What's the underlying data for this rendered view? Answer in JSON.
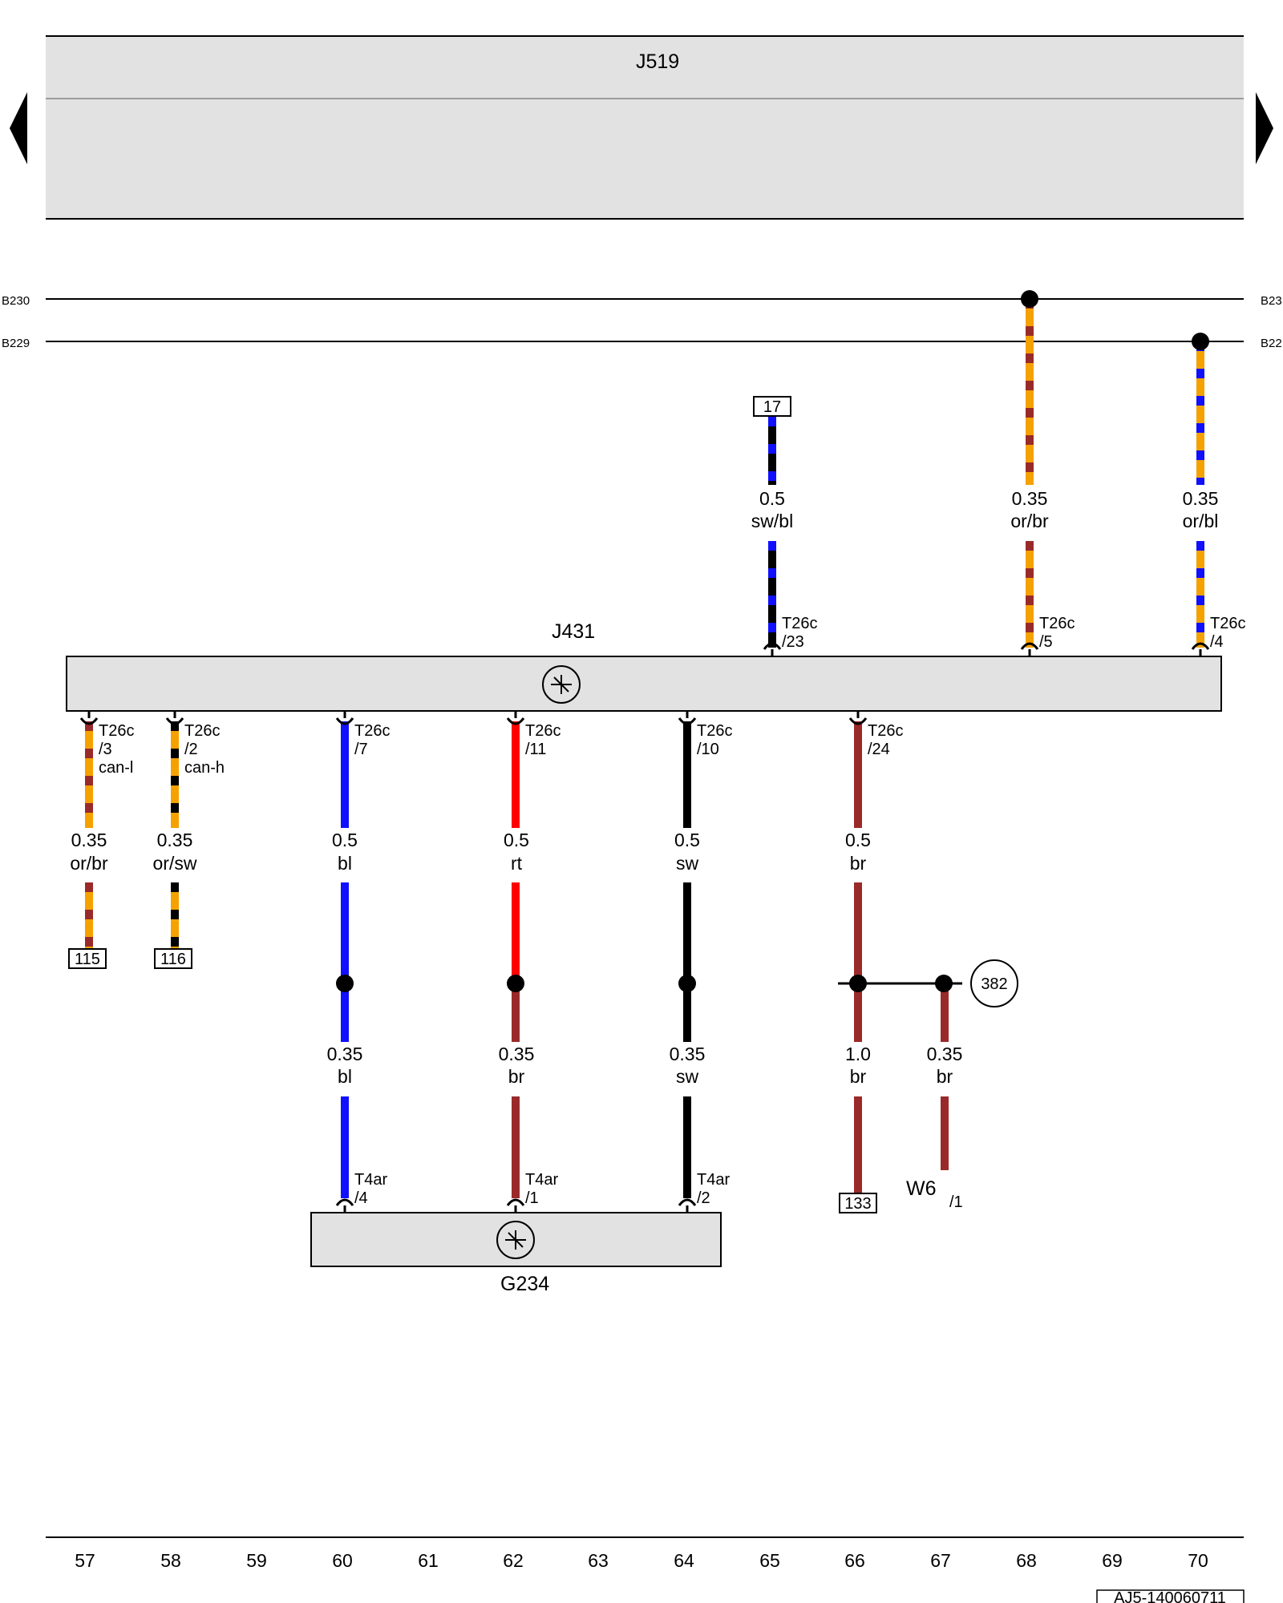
{
  "components": {
    "top": "J519",
    "middle": "J431",
    "bottom": "G234",
    "ground_point": "W6",
    "ground_pin": "/1"
  },
  "buses": [
    {
      "name": "B230",
      "right": "B23"
    },
    {
      "name": "B229",
      "right": "B22"
    }
  ],
  "top_refs": {
    "r65": "17"
  },
  "ground_ref": "382",
  "upper_wires": [
    {
      "id": "u65",
      "size": "0.5",
      "color": "sw/bl",
      "conn": "T26c",
      "pin": "/23"
    },
    {
      "id": "u68",
      "size": "0.35",
      "color": "or/br",
      "conn": "T26c",
      "pin": "/5"
    },
    {
      "id": "u70",
      "size": "0.35",
      "color": "or/bl",
      "conn": "T26c",
      "pin": "/4"
    }
  ],
  "lower_wires": [
    {
      "id": "l57",
      "size": "0.35",
      "color": "or/br",
      "conn": "T26c",
      "pin": "/3",
      "sig": "can-l",
      "ref": "115"
    },
    {
      "id": "l58",
      "size": "0.35",
      "color": "or/sw",
      "conn": "T26c",
      "pin": "/2",
      "sig": "can-h",
      "ref": "116"
    },
    {
      "id": "l60",
      "size": "0.5",
      "color": "bl",
      "conn": "T26c",
      "pin": "/7",
      "size2": "0.35",
      "color2": "bl",
      "conn2": "T4ar",
      "pin2": "/4"
    },
    {
      "id": "l62",
      "size": "0.5",
      "color": "rt",
      "conn": "T26c",
      "pin": "/11",
      "size2": "0.35",
      "color2": "br",
      "conn2": "T4ar",
      "pin2": "/1"
    },
    {
      "id": "l64",
      "size": "0.5",
      "color": "sw",
      "conn": "T26c",
      "pin": "/10",
      "size2": "0.35",
      "color2": "sw",
      "conn2": "T4ar",
      "pin2": "/2"
    },
    {
      "id": "l66",
      "size": "0.5",
      "color": "br",
      "conn": "T26c",
      "pin": "/24",
      "size2": "1.0",
      "color2": "br",
      "ref": "133"
    },
    {
      "id": "l67",
      "size2": "0.35",
      "color2": "br"
    }
  ],
  "columns": [
    "57",
    "58",
    "59",
    "60",
    "61",
    "62",
    "63",
    "64",
    "65",
    "66",
    "67",
    "68",
    "69",
    "70"
  ],
  "footer_code": "AJ5-140060711",
  "colors": {
    "orange": "#f5a100",
    "brown": "#9a2a2a",
    "blue": "#1010ff",
    "black": "#000000",
    "red": "#ff0000",
    "box_fill": "#e2e2e2"
  }
}
